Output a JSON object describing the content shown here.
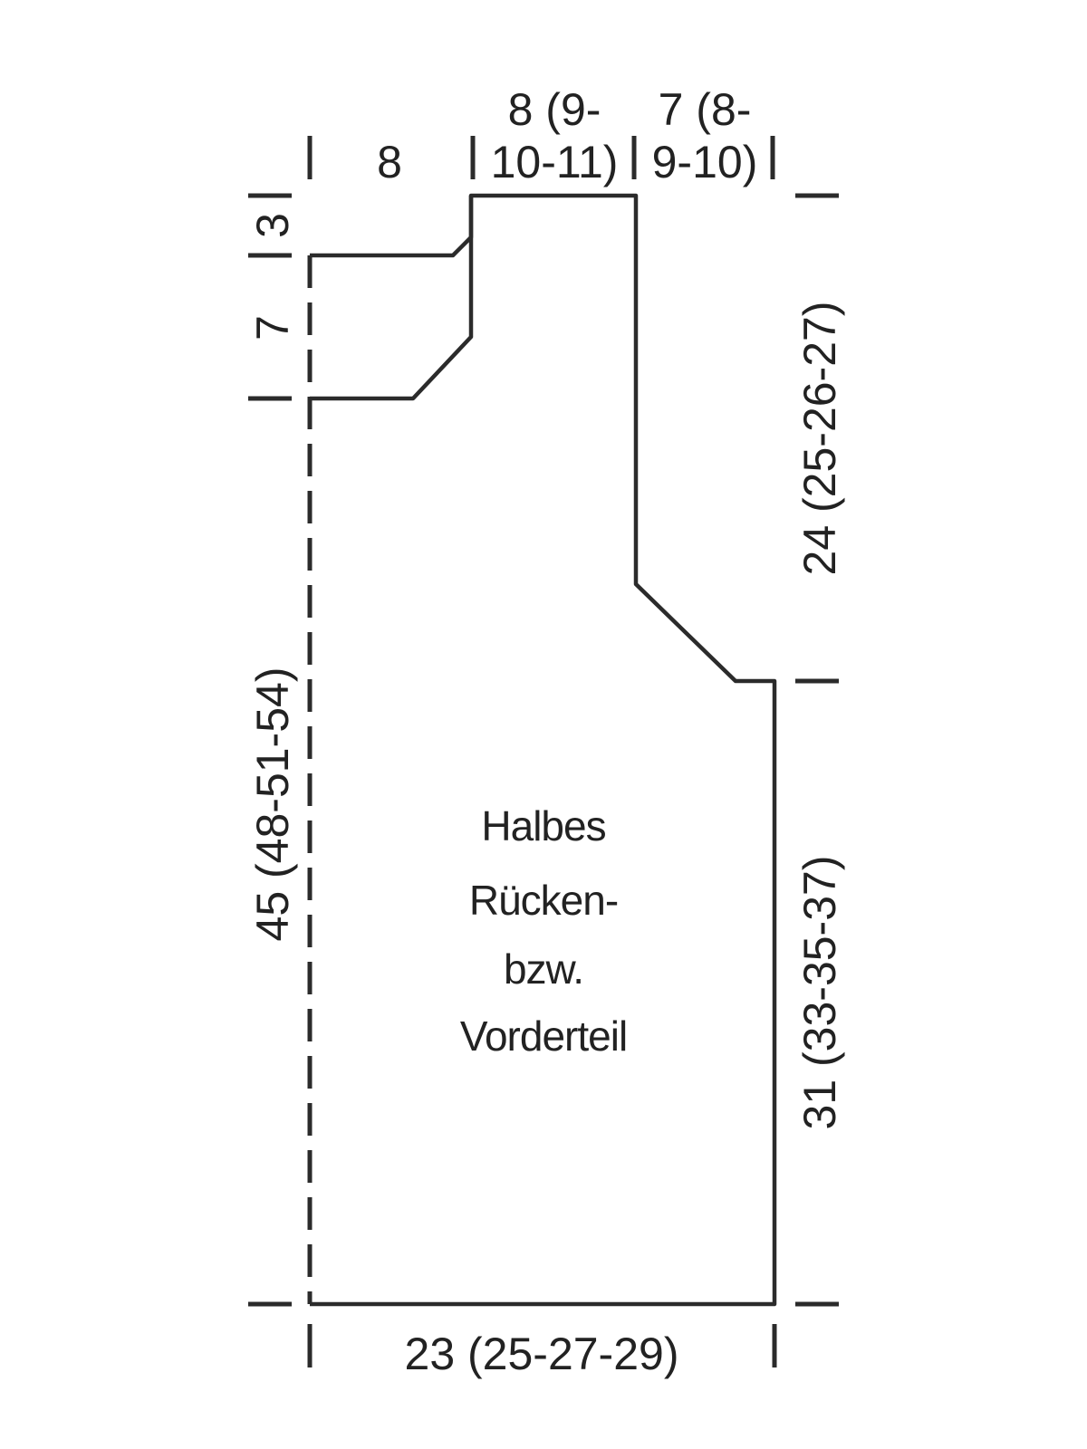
{
  "title_lines": [
    "Halbes",
    "Rücken-",
    "bzw.",
    "Vorderteil"
  ],
  "dimensions": {
    "shoulder_width": "8",
    "neck_width_line1": "8 (9-",
    "neck_width_line2": "10-11)",
    "front_width_line1": "7 (8-",
    "front_width_line2": "9-10)",
    "neck_depth_back": "3",
    "neck_depth_front": "7",
    "total_length": "45 (48-51-54)",
    "armhole_depth": "24 (25-26-27)",
    "side_length": "31 (33-35-37)",
    "bottom_width": "23 (25-27-29)"
  },
  "colors": {
    "line": "#2b2b2b",
    "text": "#222222",
    "background": "#ffffff"
  }
}
